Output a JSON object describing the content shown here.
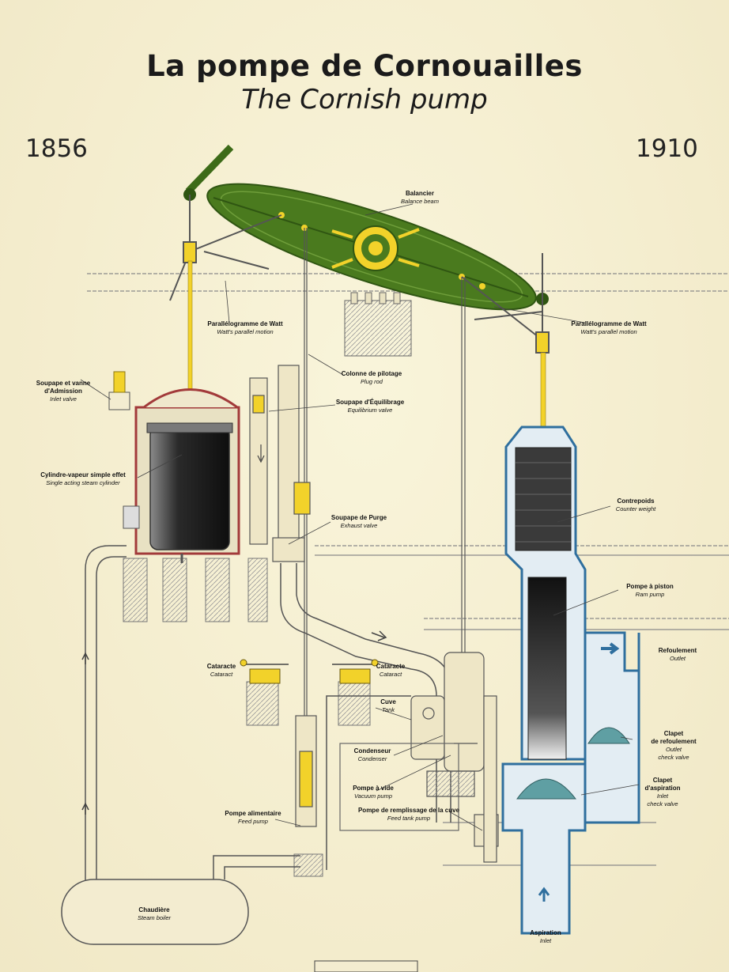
{
  "title": {
    "fr": "La pompe de Cornouailles",
    "en": "The Cornish pump"
  },
  "years": {
    "left": "1856",
    "right": "1910"
  },
  "labels": [
    {
      "id": "balancier",
      "fr": "Balancier",
      "en": "Balance beam"
    },
    {
      "id": "parallelogramme-left",
      "fr": "Parallélogramme de Watt",
      "en": "Watt's parallel motion"
    },
    {
      "id": "parallelogramme-right",
      "fr": "Parallélogramme de Watt",
      "en": "Watt's parallel motion"
    },
    {
      "id": "soupape-admission",
      "fr": "Soupape et vanne\nd'Admission",
      "en": "Inlet valve"
    },
    {
      "id": "colonne-pilotage",
      "fr": "Colonne de pilotage",
      "en": "Plug rod"
    },
    {
      "id": "soupape-equilibrage",
      "fr": "Soupape d'Équilibrage",
      "en": "Equilibrium valve"
    },
    {
      "id": "cylindre-vapeur",
      "fr": "Cylindre-vapeur simple effet",
      "en": "Single acting steam cylinder"
    },
    {
      "id": "contrepoids",
      "fr": "Contrepoids",
      "en": "Counter weight"
    },
    {
      "id": "soupape-purge",
      "fr": "Soupape de Purge",
      "en": "Exhaust valve"
    },
    {
      "id": "pompe-piston",
      "fr": "Pompe à piston",
      "en": "Ram pump"
    },
    {
      "id": "refoulement",
      "fr": "Refoulement",
      "en": "Outlet"
    },
    {
      "id": "cataracte-left",
      "fr": "Cataracte",
      "en": "Cataract"
    },
    {
      "id": "cataracte-right",
      "fr": "Cataracte",
      "en": "Cataract"
    },
    {
      "id": "cuve",
      "fr": "Cuve",
      "en": "Tank"
    },
    {
      "id": "clapet-refoulement",
      "fr": "Clapet\nde refoulement",
      "en": "Outlet\ncheck valve"
    },
    {
      "id": "condenseur",
      "fr": "Condenseur",
      "en": "Condenser"
    },
    {
      "id": "clapet-aspiration",
      "fr": "Clapet\nd'aspiration",
      "en": "Inlet\ncheck valve"
    },
    {
      "id": "pompe-vide",
      "fr": "Pompe à vide",
      "en": "Vacuum pump"
    },
    {
      "id": "pompe-remplissage",
      "fr": "Pompe de remplissage de la cuve",
      "en": "Feed tank pump"
    },
    {
      "id": "pompe-alimentaire",
      "fr": "Pompe alimentaire",
      "en": "Feed pump"
    },
    {
      "id": "chaudiere",
      "fr": "Chaudière",
      "en": "Steam boiler"
    },
    {
      "id": "aspiration",
      "fr": "Aspiration",
      "en": "Inlet"
    }
  ],
  "colors": {
    "background": "#f6efcf",
    "beam": "#4a7a1e",
    "beam_dark": "#2f5512",
    "rod": "#f2d22a",
    "pump_blue": "#2f6f9e",
    "steam_red": "#a23a3a",
    "line": "#333333"
  }
}
